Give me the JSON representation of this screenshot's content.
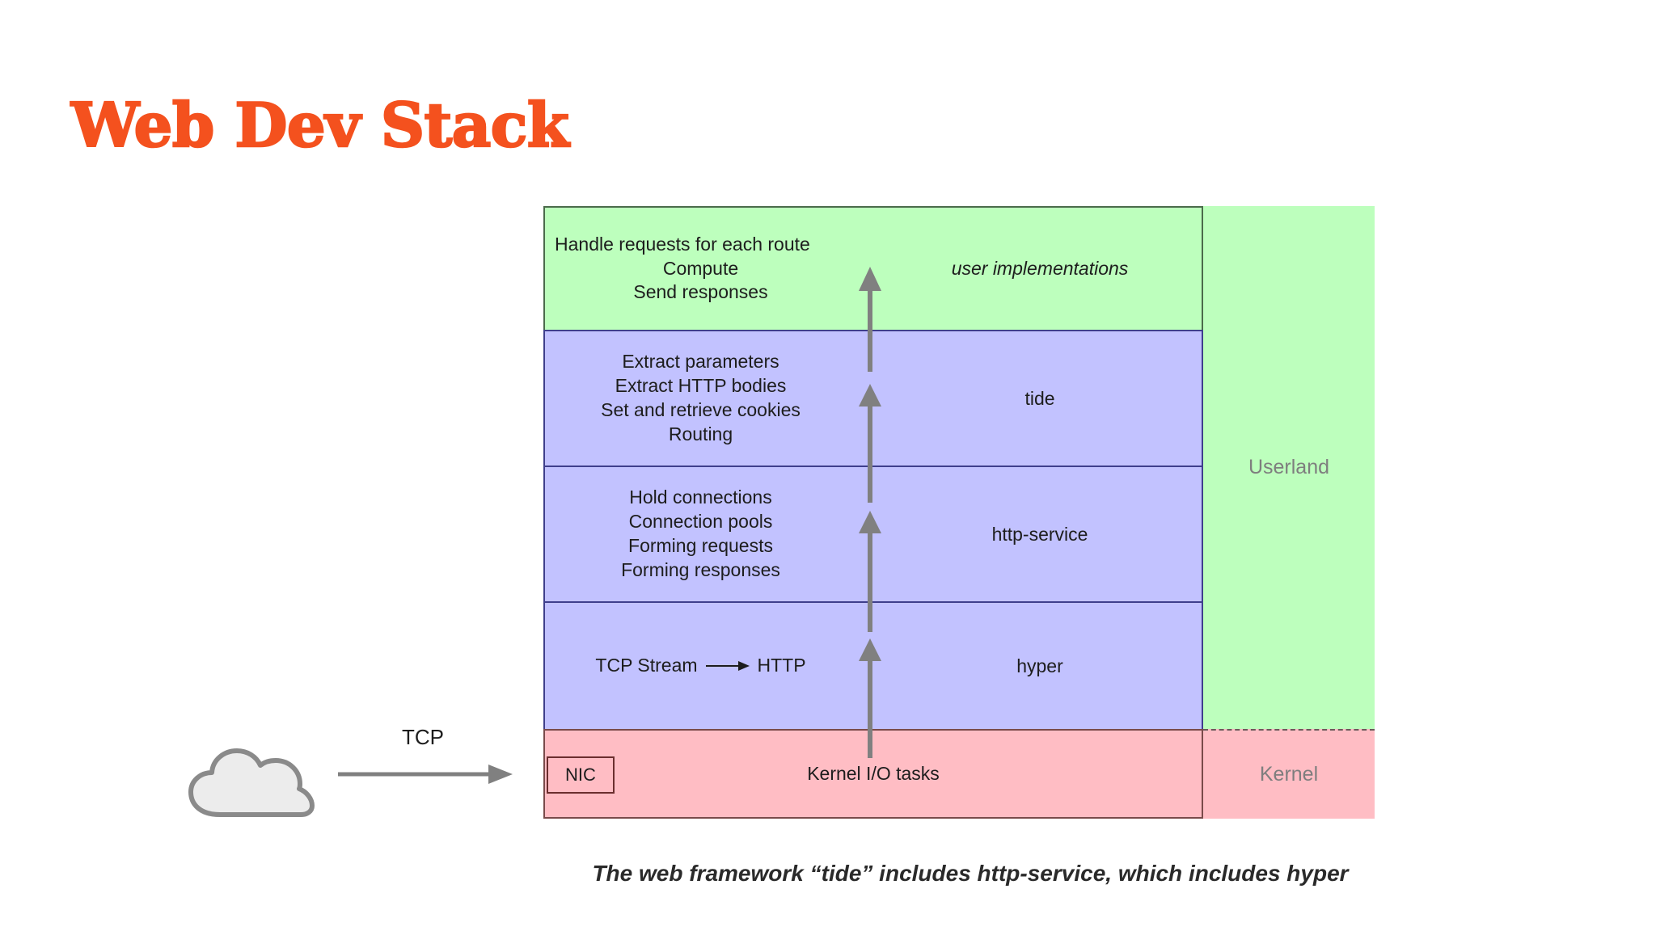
{
  "slide": {
    "title": "Web Dev Stack",
    "title_color": "#F4511E",
    "background": "#FFFFFF",
    "caption": "The web framework “tide” includes http-service, which includes hyper"
  },
  "palette": {
    "green": "#BDFFBD",
    "purple": "#C2C2FF",
    "pink": "#FFBDC4",
    "cloud_fill": "#ECECEC",
    "cloud_stroke": "#8A8A8A",
    "arrow_gray": "#808080",
    "side_label": "#7E7E7E",
    "nic_border": "#6B2E2E"
  },
  "network": {
    "cloud_label": "cloud-shape",
    "tcp_label": "TCP"
  },
  "stack": {
    "layers": [
      {
        "id": "user-implementations",
        "color": "green",
        "left_lines": [
          "Handle requests for each route",
          "Compute",
          "Send responses"
        ],
        "right_label": "user implementations",
        "right_italic": true
      },
      {
        "id": "tide",
        "color": "purple",
        "left_lines": [
          "Extract parameters",
          "Extract HTTP bodies",
          "Set and retrieve cookies",
          "Routing"
        ],
        "right_label": "tide",
        "right_italic": false
      },
      {
        "id": "http-service",
        "color": "purple",
        "left_lines": [
          "Hold connections",
          "Connection pools",
          "Forming requests",
          "Forming responses"
        ],
        "right_label": "http-service",
        "right_italic": false
      },
      {
        "id": "hyper",
        "color": "purple",
        "left_inline": {
          "from": "TCP Stream",
          "arrow": "right-arrow-icon",
          "to": "HTTP"
        },
        "right_label": "hyper",
        "right_italic": false
      },
      {
        "id": "kernel-io",
        "color": "pink",
        "center_label": "Kernel I/O tasks",
        "nic_label": "NIC"
      }
    ]
  },
  "side": {
    "userland_label": "Userland",
    "kernel_label": "Kernel"
  }
}
